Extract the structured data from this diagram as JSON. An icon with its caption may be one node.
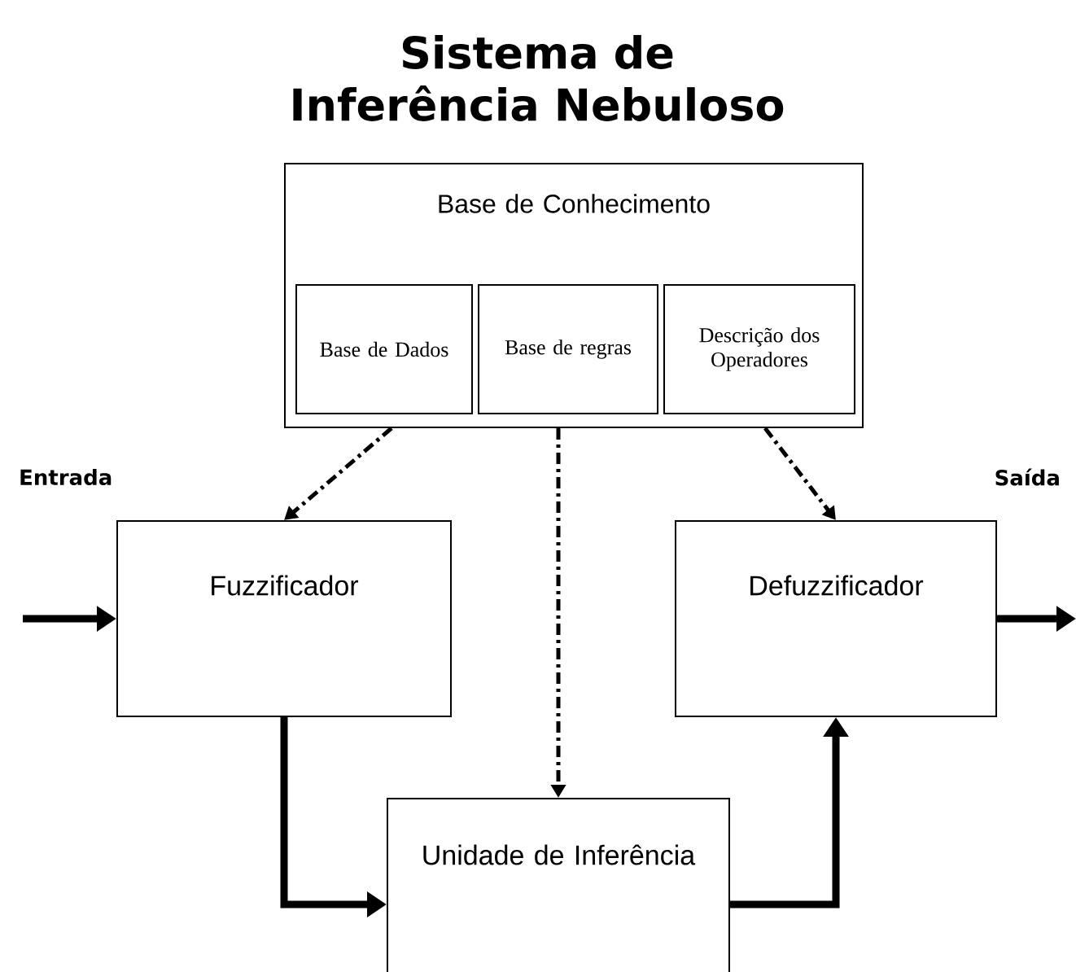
{
  "diagram": {
    "title": "Sistema de Inferência Nebuloso",
    "nodes": [
      {
        "text": [
          "Base de Conhecimento"
        ]
      },
      {
        "text": [
          "Base de Dados"
        ],
        "in": 0
      },
      {
        "text": [
          "Base de regras"
        ],
        "in": 0
      },
      {
        "text": [
          "Descrição dos Operadores"
        ],
        "in": 0
      },
      {
        "text": [
          "Fuzzificador"
        ]
      },
      {
        "text": [
          "Defuzzificador"
        ]
      },
      {
        "text": [
          "Unidade de Inferência"
        ]
      }
    ],
    "edges": [
      {
        "from": null,
        "to": 4,
        "arrow": "to"
      },
      {
        "from": 5,
        "to": null,
        "arrow": "to"
      },
      {
        "from": 0,
        "to": 4,
        "arrow": "to",
        "style": "dashed"
      },
      {
        "from": 0,
        "to": 6,
        "arrow": "to",
        "style": "dashed"
      },
      {
        "from": 0,
        "to": 5,
        "arrow": "to",
        "style": "dashed"
      },
      {
        "from": 4,
        "to": 6,
        "arrow": "to"
      },
      {
        "from": 6,
        "to": 5,
        "arrow": "to"
      }
    ],
    "labels": [
      "Entrada",
      "Saída"
    ]
  }
}
